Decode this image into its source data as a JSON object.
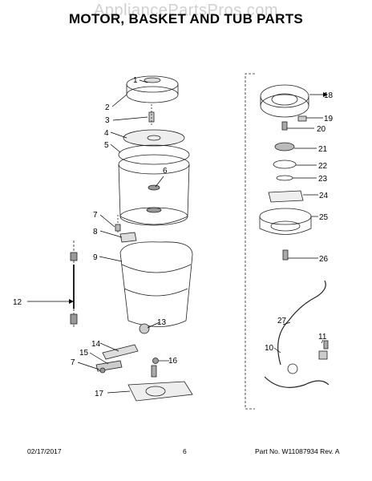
{
  "watermark": "AppliancePartsPros.com",
  "title": "MOTOR, BASKET AND TUB PARTS",
  "callouts": {
    "c1": "1",
    "c2": "2",
    "c3": "3",
    "c4": "4",
    "c5": "5",
    "c6": "6",
    "c7a": "7",
    "c7b": "7",
    "c8": "8",
    "c9": "9",
    "c10": "10",
    "c11": "11",
    "c12": "12",
    "c13": "13",
    "c14": "14",
    "c15": "15",
    "c16": "16",
    "c17": "17",
    "c18": "18",
    "c19": "19",
    "c20": "20",
    "c21": "21",
    "c22": "22",
    "c23": "23",
    "c24": "24",
    "c25": "25",
    "c26": "26",
    "c27": "27"
  },
  "footer": {
    "date": "02/17/2017",
    "page": "6",
    "part_no": "Part No. W11087934  Rev. A"
  }
}
